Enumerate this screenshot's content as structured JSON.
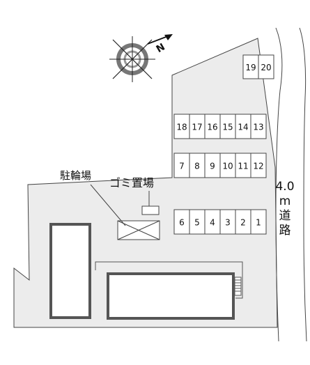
{
  "compass": {
    "icon": "north-arrow-compass-icon",
    "letter": "N"
  },
  "labels": {
    "bicycle_parking": "駐輪場",
    "garbage_area": "ゴミ置場"
  },
  "road": {
    "width": "4.0",
    "unit": "m",
    "name_chars": [
      "道",
      "路"
    ]
  },
  "parking": {
    "row_top": [
      "19",
      "20"
    ],
    "row_upper": [
      "18",
      "17",
      "16",
      "15",
      "14",
      "13"
    ],
    "row_middle": [
      "7",
      "8",
      "9",
      "10",
      "11",
      "12"
    ],
    "row_lower": [
      "6",
      "5",
      "4",
      "3",
      "2",
      "1"
    ]
  },
  "colors": {
    "lot_fill": "#ececec",
    "outline": "#333333",
    "building_border": "#555555"
  }
}
